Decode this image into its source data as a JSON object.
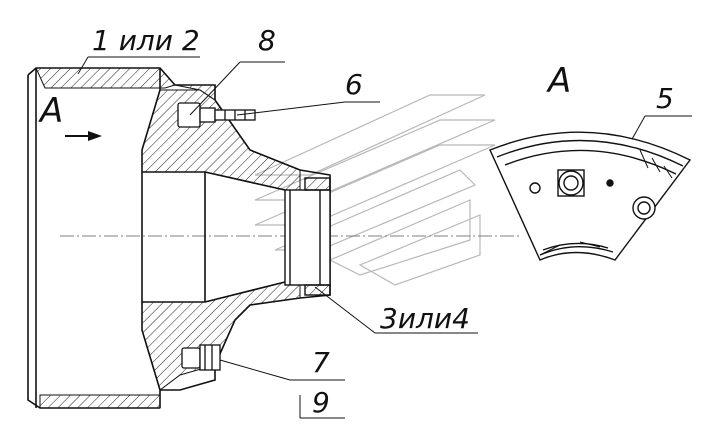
{
  "labels": {
    "part_1_or_2": "1 или 2",
    "part_8": "8",
    "part_6": "6",
    "part_3_or_4": "3или4",
    "part_7": "7",
    "part_9": "9",
    "part_5": "5",
    "view_A_left": "A",
    "view_A_right": "A"
  },
  "colors": {
    "line": "#111111",
    "hatch": "#222222",
    "watermark": "#b8b8b8"
  }
}
